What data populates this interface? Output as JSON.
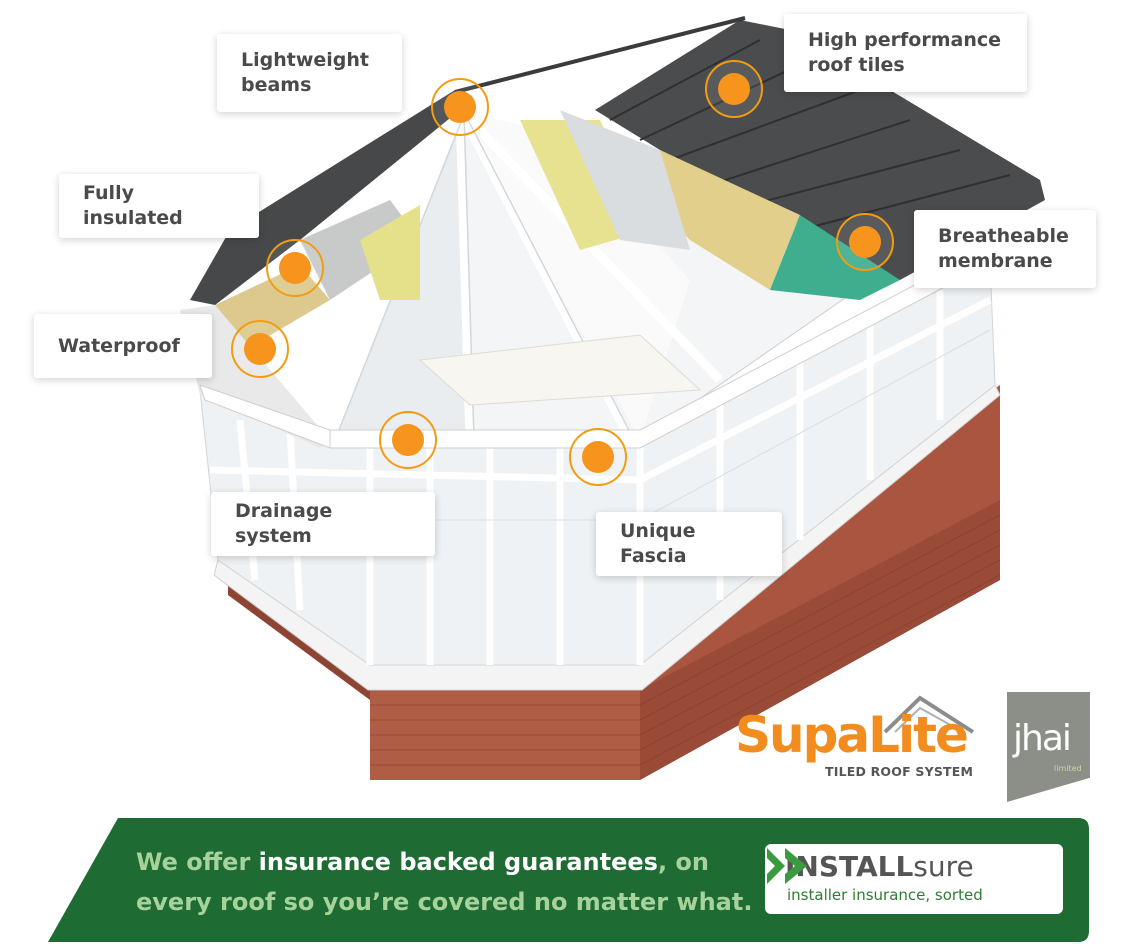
{
  "labels": {
    "lightweight_beams": "Lightweight\nbeams",
    "high_performance_tiles": "High performance\nroof tiles",
    "fully_insulated": "Fully insulated",
    "breatheable_membrane": "Breatheable\nmembrane",
    "waterproof": "Waterproof",
    "drainage_system": "Drainage system",
    "unique_fascia": "Unique Fascia"
  },
  "logos": {
    "supalite_word": "SupaLite",
    "supalite_sub": "TILED ROOF SYSTEM",
    "jhai_word": "jhai",
    "jhai_sub": "limited"
  },
  "banner": {
    "text_part1": "We offer ",
    "text_highlight": "insurance backed guarantees",
    "text_part2": ", on every roof so you’re covered no matter what.",
    "installsure_bold": "INSTALL",
    "installsure_light": "sure",
    "installsure_tagline": "installer insurance, sorted"
  },
  "colors": {
    "accent_orange": "#f7941d",
    "banner_green": "#1e6b34",
    "banner_text_green": "#a7d29a",
    "supalite_orange": "#f28c1e"
  }
}
